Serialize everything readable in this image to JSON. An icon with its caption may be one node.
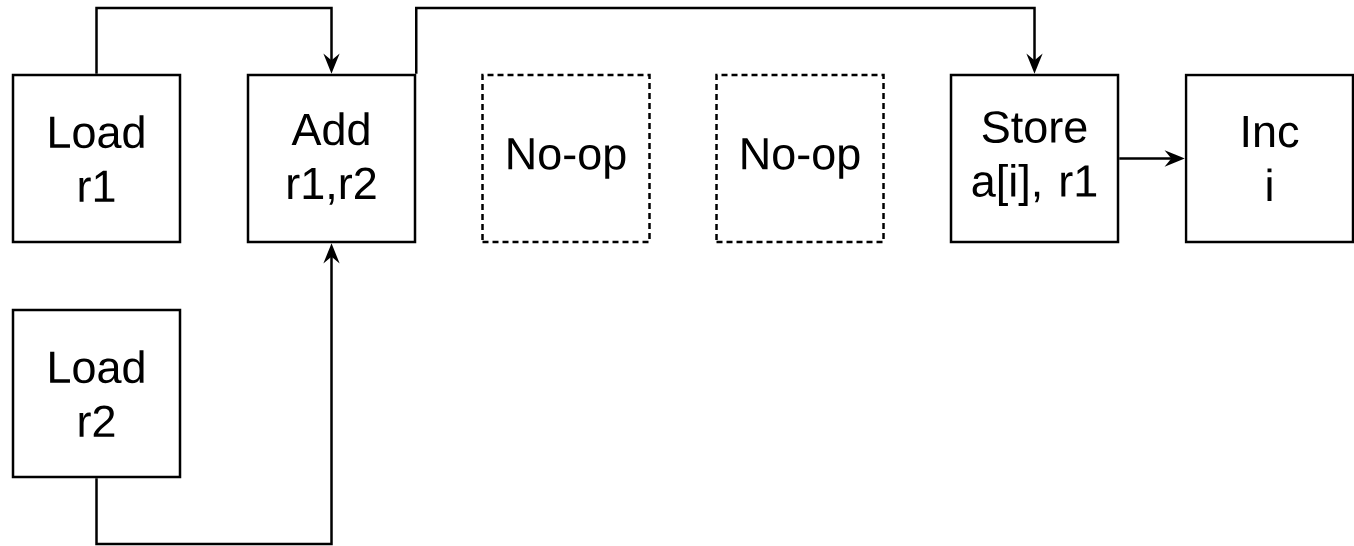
{
  "diagram": {
    "nodes": [
      {
        "text": [
          "Load r1"
        ]
      },
      {
        "text": [
          "Add r1,r2"
        ]
      },
      {
        "text": [
          "No-op"
        ]
      },
      {
        "text": [
          "No-op"
        ]
      },
      {
        "text": [
          "Store a[i], r1"
        ]
      },
      {
        "text": [
          "Inc i"
        ]
      },
      {
        "text": [
          "Load r2"
        ]
      }
    ],
    "edges": [
      {
        "from": 0,
        "to": 1,
        "arrow": "to"
      },
      {
        "from": 6,
        "to": 1,
        "arrow": "to"
      },
      {
        "from": 1,
        "to": 4,
        "arrow": "to"
      },
      {
        "from": 4,
        "to": 5,
        "arrow": "to"
      }
    ]
  }
}
